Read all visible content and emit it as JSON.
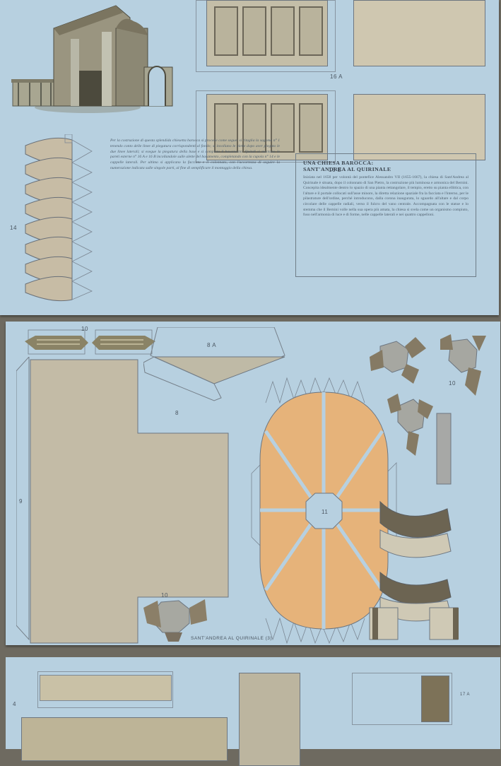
{
  "sheets": [
    {
      "id": "sheet-1",
      "labels": {
        "part_16a": "16 A",
        "part_16b": "16 B",
        "part_14": "14"
      },
      "instructions": "Per la costruzione di questa splendida chiesetta barocca si procede come segue: si ritaglia la sagoma n° 1 tenendo conto delle linee di piegatura corrispondenti al fondo; si incollano le alette dopo aver piegato le due linee laterali; si esegue la piegatura della base e si completa il basamento. Quindi si montano le pareti esterne n° 16 A e 16 B incollandole sulle alette del basamento, completando con la cupola n° 14 e le cappelle laterali. Per ultimo si applicano la facciata e il colonnato, con l'accortezza di seguire la numerazione indicata sulle singole parti, al fine di semplificare il montaggio della chiesa.",
      "info_box": {
        "title_line1": "UNA CHIESA BAROCCA:",
        "title_line2": "SANT'ANDREA AL QUIRINALE",
        "body": "Iniziata nel 1658 per volontà del pontefice Alessandro VII (1655-1667), la chiesa di Sant'Andrea al Quirinale è situata, dopo il colonnato di San Pietro, la costruzione più luminosa e armonica del Bernini. Concepita idealmente dentro lo spazio di una pianta rettangolare, il tempio, eretto su pianta ellittica, con l'altare e il portale collocati sull'asse minore, la diretta relazione spaziale fra la facciata e l'interno, per le pilastrature dell'ordine, perché introducono, dalla corona inaugurata, lo sguardo all'altare e dal corpo circolare delle cappelle radiali, verso il fulcro del vano centrale. Accompagnata con le statue e lo stemma che il Bernini volle nella sua opera più amata, la chiesa si svela come un organismo compiuto, fuso nell'armonia di luce e di forme, nelle cappelle laterali e nei quattro cappelloni."
      }
    },
    {
      "id": "sheet-2",
      "labels": {
        "part_10_top": "10",
        "part_8a": "8 A",
        "part_8": "8",
        "part_9": "9",
        "part_11": "11",
        "part_10_right": "10",
        "part_10_bottom": "10"
      },
      "footer": "SANT'ANDREA AL QUIRINALE (3)"
    },
    {
      "id": "sheet-3",
      "labels": {
        "part_17a": "17 A",
        "part_4": "4"
      }
    }
  ],
  "colors": {
    "paper": "#b7d0e0",
    "backdrop": "#6e6a60",
    "tan": "#c3bba6",
    "orange": "#e6b37a",
    "grey_piece": "#a4a6a2",
    "stripe_dark": "#7e7460"
  }
}
